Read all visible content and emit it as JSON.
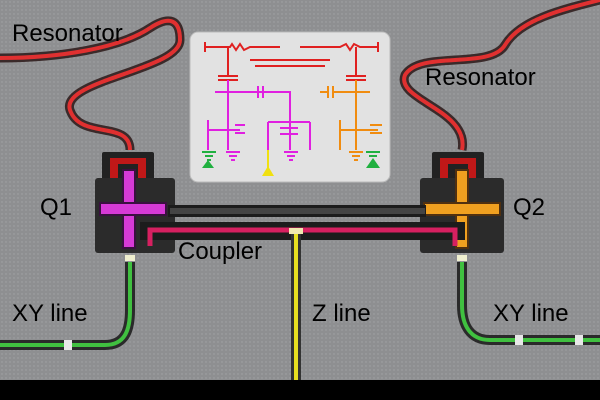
{
  "labels": {
    "resonator_left": "Resonator",
    "resonator_right": "Resonator",
    "q1": "Q1",
    "q2": "Q2",
    "coupler": "Coupler",
    "xy_line_left": "XY line",
    "xy_line_right": "XY line",
    "z_line": "Z line"
  },
  "colors": {
    "substrate": "#8e8f91",
    "resonator": "#e03030",
    "q1": "#d63ad6",
    "q2": "#f0a020",
    "coupler": "#d62060",
    "z_line": "#e8e020",
    "xy_line": "#40c040",
    "schematic_red": "#e02020",
    "schematic_magenta": "#e020e0",
    "schematic_orange": "#f08c10",
    "schematic_green": "#20b040",
    "schematic_yellow": "#f0e010"
  }
}
